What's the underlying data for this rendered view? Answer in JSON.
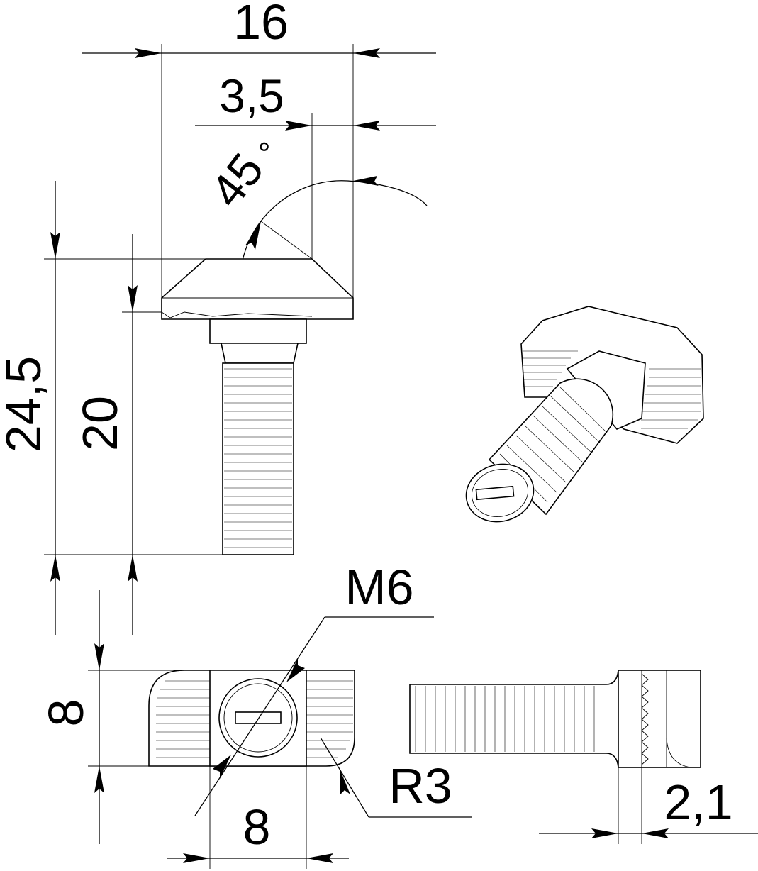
{
  "dimensions": {
    "width_head": "16",
    "chamfer_offset": "3,5",
    "chamfer_angle": "45",
    "degree_symbol": "°",
    "total_length": "24,5",
    "thread_length": "20",
    "thread_size": "M6",
    "head_height": "8",
    "neck_width": "8",
    "corner_radius": "R3",
    "head_thickness": "2,1"
  },
  "colors": {
    "line": "#000000",
    "background": "#ffffff"
  }
}
